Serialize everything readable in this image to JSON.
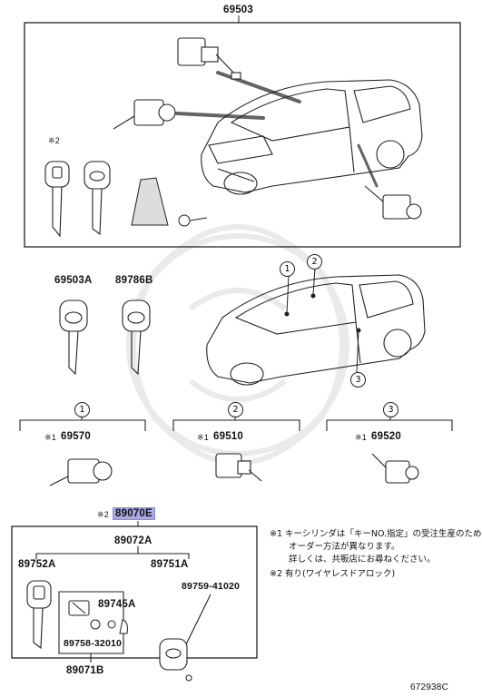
{
  "parts": {
    "p69503": "69503",
    "p69503a": "69503A",
    "p89786b": "89786B",
    "p69570": "69570",
    "p69510": "69510",
    "p69520": "69520",
    "p89070e": "89070E",
    "p89072a": "89072A",
    "p89752a": "89752A",
    "p89751a": "89751A",
    "p89745a": "89745A",
    "p89759": "89759-41020",
    "p89758": "89758-32010",
    "p89071b": "89071B"
  },
  "marks": {
    "m1": "※1",
    "m2": "※2",
    "m2_top": "※2"
  },
  "callouts": {
    "c1": "1",
    "c2": "2",
    "c3": "3"
  },
  "notes": {
    "note1_line1": "※1 キーシリンダは「キーNO.指定」の受注生産のため",
    "note1_line2": "オーダー方法が異なります。",
    "note1_line3": "詳しくは、共販店にお尋ねください。",
    "note2": "※2 有り(ワイヤレスドアロック)"
  },
  "diagram_id": "672938C",
  "colors": {
    "highlight": "#a9a9e6",
    "line": "#222222"
  }
}
